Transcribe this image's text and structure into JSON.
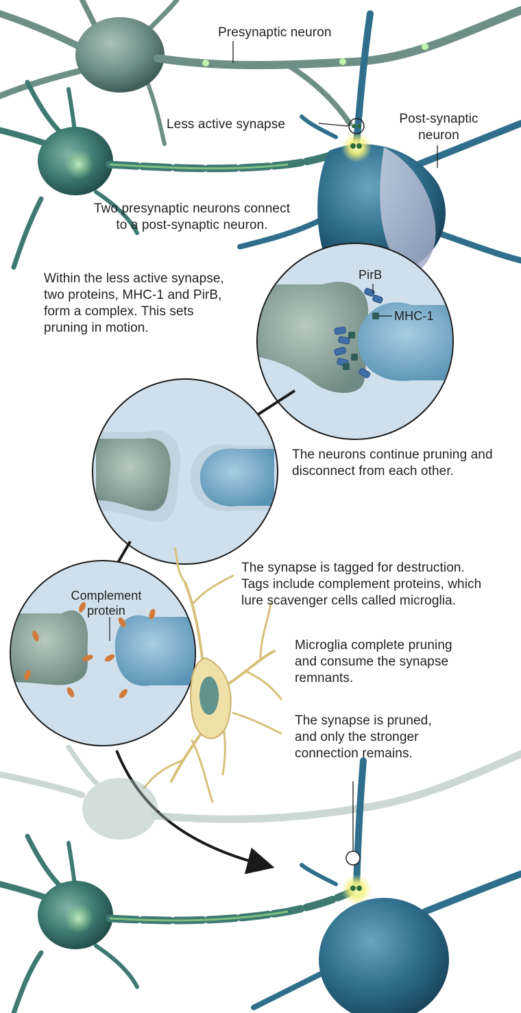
{
  "labels": {
    "presynaptic_neuron": "Presynaptic neuron",
    "less_active_synapse": "Less active synapse",
    "post_synaptic_neuron": [
      "Post-synaptic",
      "neuron"
    ],
    "pirb": "PirB",
    "mhc1": "MHC-1",
    "complement_protein": [
      "Complement",
      "protein"
    ]
  },
  "captions": {
    "step1": [
      "Two presynaptic neurons connect",
      "to a post-synaptic neuron."
    ],
    "step2": [
      "Within the less active synapse,",
      "two proteins, MHC-1 and PirB,",
      "form a complex. This sets",
      "pruning in motion."
    ],
    "step3": [
      "The neurons continue pruning and",
      "disconnect from each other."
    ],
    "step4": [
      "The synapse is tagged for destruction.",
      "Tags include complement proteins, which",
      "lure scavenger cells called microglia."
    ],
    "step5": [
      "Microglia complete pruning",
      "and consume the synapse",
      "remnants."
    ],
    "step6": [
      "The synapse is pruned,",
      "and only the stronger",
      "connection remains."
    ]
  },
  "colors": {
    "neuron_green": "#6e8f86",
    "neuron_blue": "#2f6f8c",
    "circle_bg": "#cfe0ec",
    "glow_yellow": "#f4f07a",
    "glow_green": "#9ee58a",
    "complement_orange": "#d27a3a",
    "microglia_yellow": "#e8d49a"
  }
}
